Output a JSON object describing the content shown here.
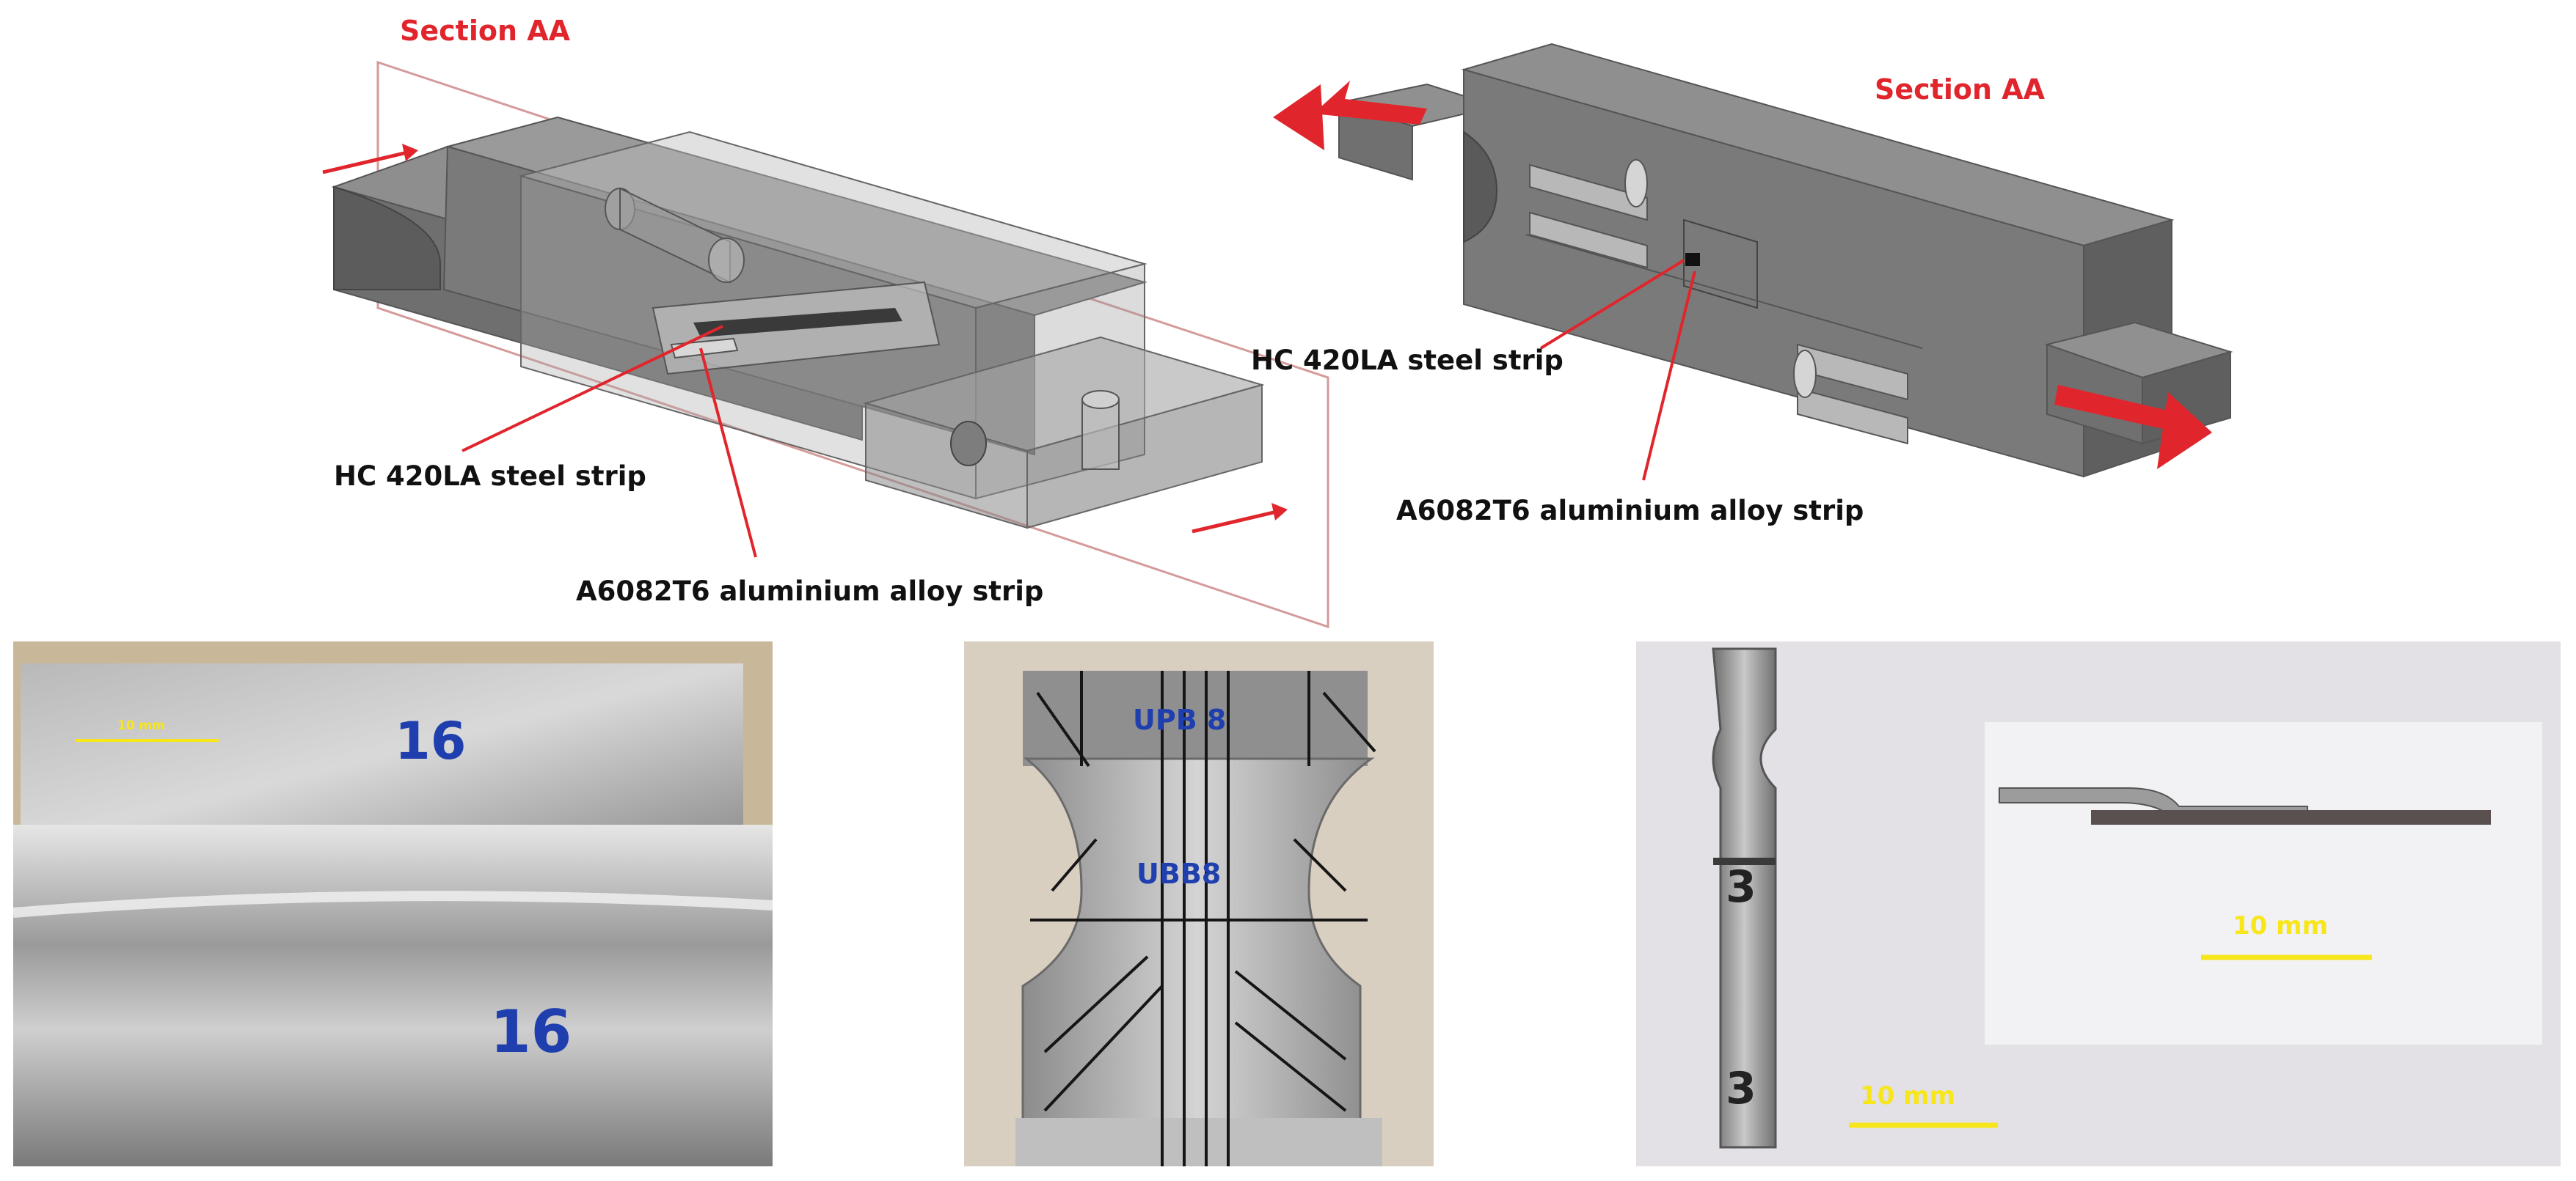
{
  "figure": {
    "section_label_left": "Section AA",
    "section_label_right": "Section AA",
    "steel_label_left": "HC 420LA steel strip",
    "aluminium_label_left": "A6082T6 aluminium alloy strip",
    "steel_label_right": "HC 420LA steel strip",
    "aluminium_label_right": "A6082T6 aluminium alloy strip"
  },
  "photos": {
    "sheet": {
      "scale": "10 mm",
      "mark_top": "16",
      "mark_bottom": "16"
    },
    "specimen": {
      "mark_top": "UPB 8",
      "mark_mid": "UBB8"
    },
    "strip": {
      "mark_top": "3",
      "mark_bottom": "3",
      "scale_inset": "10 mm",
      "scale_main": "10 mm"
    }
  },
  "colors": {
    "annotation_red": "#e0262c",
    "block_face_top": "#8d8d8d",
    "block_face_side": "#6e6e6e",
    "scale_yellow": "#f7e61a",
    "ink_blue": "#1f3fae"
  }
}
